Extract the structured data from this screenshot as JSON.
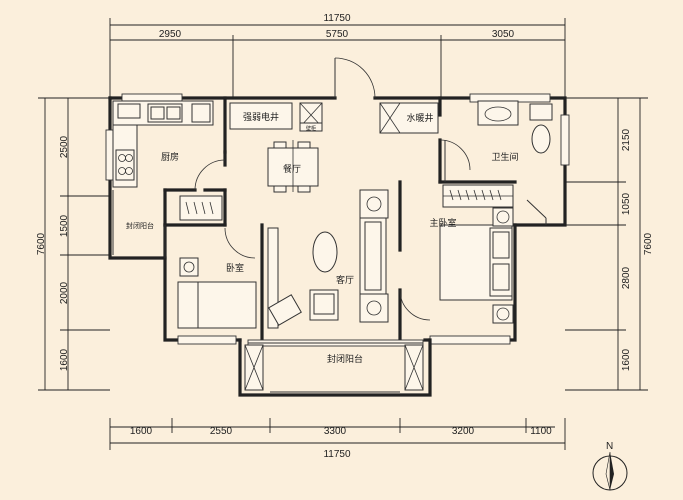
{
  "dimensions": {
    "top_total": "11750",
    "top_segments": [
      "2950",
      "5750",
      "3050"
    ],
    "bottom_total": "11750",
    "bottom_segments": [
      "1600",
      "2550",
      "3300",
      "3200",
      "1100"
    ],
    "left_total": "7600",
    "left_segments": [
      "2500",
      "1500",
      "2000",
      "1600"
    ],
    "right_total": "7600",
    "right_segments": [
      "2150",
      "1050",
      "2800",
      "1600"
    ]
  },
  "rooms": {
    "kitchen": "厨房",
    "enclosed_balcony_left": "封闭阳台",
    "electrical_shaft": "强弱电井",
    "dining": "餐厅",
    "water_heating_shaft": "水暖井",
    "bathroom": "卫生间",
    "master_bedroom": "主卧室",
    "living_room": "客厅",
    "bedroom": "卧室",
    "enclosed_balcony_bottom": "封闭阳台",
    "cabinet": "壁柜"
  },
  "compass": {
    "label": "N"
  },
  "colors": {
    "background": "#fbefdc",
    "line": "#222222"
  }
}
